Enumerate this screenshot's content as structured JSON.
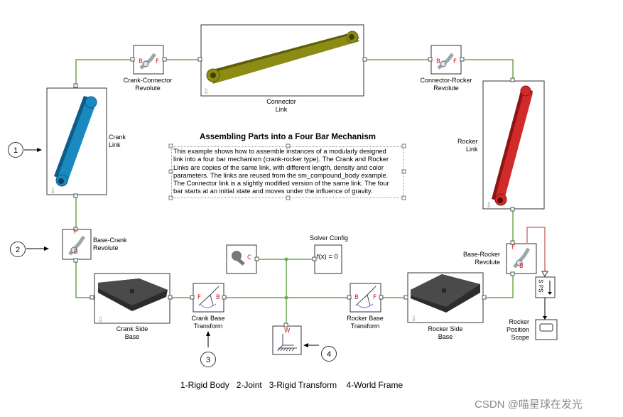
{
  "title": "Assembling Parts into a Four Bar Mechanism",
  "description": "This example shows how to assemble instances of a modularly designed link into a four bar mechanism (crank-rocker type). The Crank and Rocker Links are copies of the same link, with different length, density and color parameters. The links are reused from the sm_compound_body example. The Connector link is a slightly modified version of the same link. The four bar starts at an initial state and moves under the influence of gravity.",
  "description_lines": [
    "This example shows how to assemble instances of a modularly designed",
    "link into a four bar mechanism (crank-rocker type). The Crank and Rocker",
    "Links are copies of the same link, with different length, density and color",
    "parameters. The links are reused from the sm_compound_body example.",
    "The Connector link is a slightly modified version of the same link. The four",
    "bar starts at an initial state and moves under the influence of gravity."
  ],
  "blocks": {
    "crank_connector_revolute": {
      "line1": "Crank-Connector",
      "line2": "Revolute"
    },
    "connector_link": {
      "line1": "Connector",
      "line2": "Link"
    },
    "connector_rocker_revolute": {
      "line1": "Connector-Rocker",
      "line2": "Revolute"
    },
    "crank_link": {
      "line1": "Crank",
      "line2": "Link"
    },
    "rocker_link": {
      "line1": "Rocker",
      "line2": "Link"
    },
    "base_crank_revolute": {
      "line1": "Base-Crank",
      "line2": "Revolute"
    },
    "base_rocker_revolute": {
      "line1": "Base-Rocker",
      "line2": "Revolute"
    },
    "solver_config": {
      "line1": "Solver Config",
      "equation": "f(x) = 0"
    },
    "crank_side_base": {
      "line1": "Crank Side",
      "line2": "Base"
    },
    "crank_base_transform": {
      "line1": "Crank Base",
      "line2": "Transform"
    },
    "rocker_base_transform": {
      "line1": "Rocker Base",
      "line2": "Transform"
    },
    "rocker_side_base": {
      "line1": "Rocker Side",
      "line2": "Base"
    },
    "rocker_position_scope": {
      "line1": "Rocker",
      "line2": "Position",
      "line3": "Scope"
    },
    "ps_converter": {
      "label": "S PS"
    }
  },
  "port_letters": {
    "b": "B",
    "f": "F",
    "c": "C",
    "w": "W"
  },
  "callouts": [
    "1",
    "2",
    "3",
    "4"
  ],
  "legend": "1-Rigid Body   2-Joint   3-Rigid Transform    4-World Frame",
  "watermark": "CSDN @喵星球在发光",
  "colors": {
    "wire": "#6aa84f",
    "signal_wire": "#b03030",
    "crank_link": "#1a7fb5",
    "rocker_link": "#cf2a2a",
    "connector_link": "#8a8a12",
    "base_plate": "#3b3b3b"
  }
}
